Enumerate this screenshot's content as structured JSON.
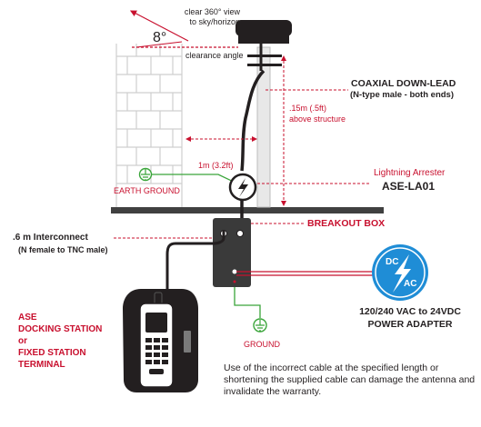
{
  "labels": {
    "sky_view": "clear 360° view",
    "sky_view_2": "to sky/horizon",
    "angle": "8°",
    "clearance": "clearance angle",
    "coax_title": "COAXIAL DOWN-LEAD",
    "coax_sub": "(N-type male - both ends)",
    "height_val": ".15m (.5ft)",
    "height_sub": "above structure",
    "distance": "1m (3.2ft)",
    "earth_ground": "EARTH GROUND",
    "arrester_title": "Lightning Arrester",
    "arrester_model": "ASE-LA01",
    "breakout": "BREAKOUT BOX",
    "interconnect": ".6 m Interconnect",
    "interconnect_sub": "(N female to TNC male)",
    "dc": "DC",
    "ac": "AC",
    "adapter_1": "120/240 VAC to 24VDC",
    "adapter_2": "POWER ADAPTER",
    "station_1": "ASE",
    "station_2": "DOCKING STATION",
    "station_3": "or",
    "station_4": "FIXED STATION",
    "station_5": "TERMINAL",
    "ground": "GROUND",
    "warning": "Use of the incorrect cable at the specified length or shortening the supplied cable can damage the antenna and invalidate the warranty."
  },
  "colors": {
    "red": "#c8102e",
    "dark": "#231f20",
    "brick": "#d9d9d9",
    "pole": "#e6e6e6",
    "green": "#3aa53a",
    "blue": "#1f8dd6",
    "gray_box": "#3a3a3a"
  }
}
